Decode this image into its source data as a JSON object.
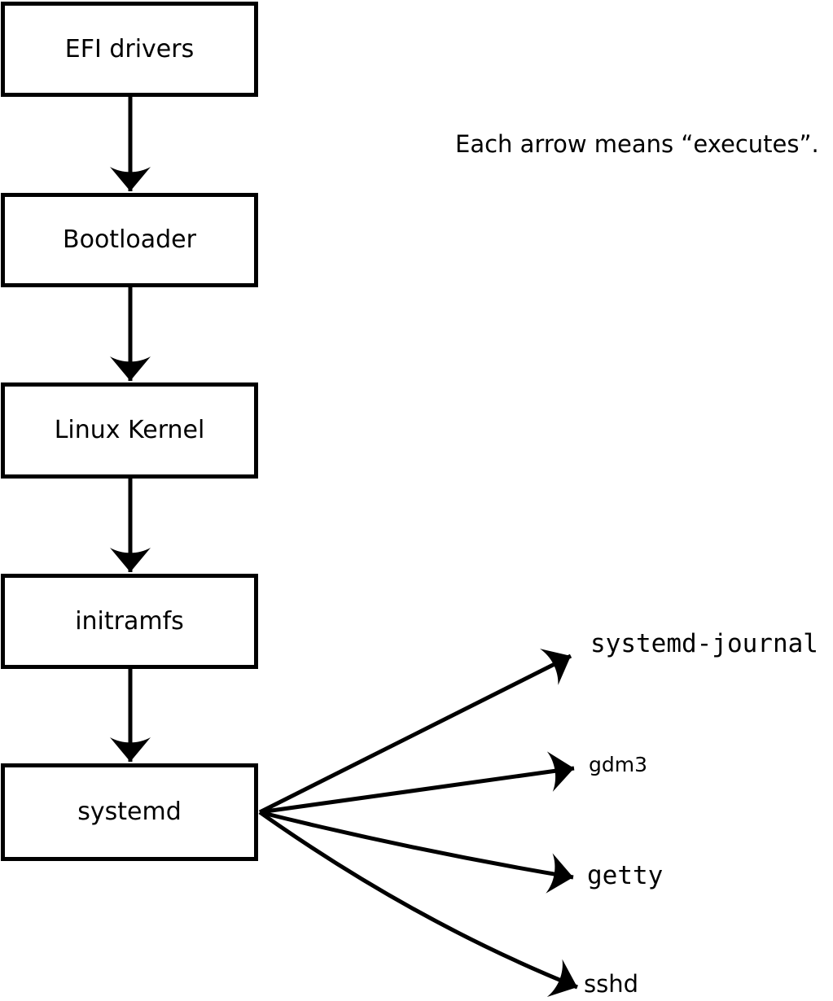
{
  "note": {
    "text": "Each arrow means “executes”."
  },
  "chain": [
    {
      "label": "EFI drivers"
    },
    {
      "label": "Bootloader"
    },
    {
      "label": "Linux Kernel"
    },
    {
      "label": "initramfs"
    },
    {
      "label": "systemd"
    }
  ],
  "spawned": [
    {
      "label": "systemd-journal"
    },
    {
      "label": "gdm3"
    },
    {
      "label": "getty"
    },
    {
      "label": "sshd"
    }
  ],
  "colors": {
    "ink": "#000000",
    "background": "#ffffff",
    "box_fill": "#ffffff"
  }
}
